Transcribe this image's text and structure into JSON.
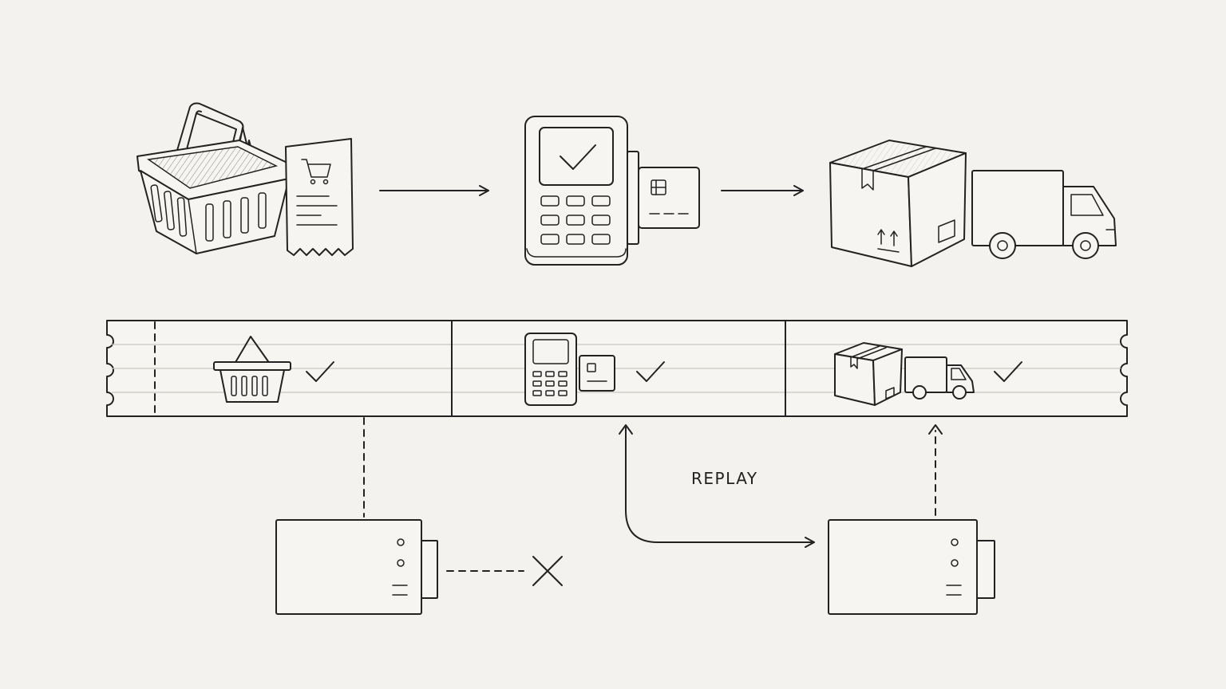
{
  "diagram": {
    "replay_label": "REPLAY",
    "stages": [
      {
        "name": "basket-with-receipt",
        "icon": "shopping-basket-icon"
      },
      {
        "name": "payment-terminal",
        "icon": "card-terminal-icon"
      },
      {
        "name": "package-and-truck",
        "icon": "delivery-truck-icon"
      }
    ],
    "log_segments": [
      {
        "icon": "shopping-basket-icon",
        "status": "checked"
      },
      {
        "icon": "card-terminal-icon",
        "status": "checked"
      },
      {
        "icon": "delivery-truck-icon",
        "status": "checked"
      }
    ],
    "consumers": [
      {
        "name": "consumer-server-left",
        "status": "failed"
      },
      {
        "name": "consumer-server-right",
        "status": "replaying"
      }
    ]
  }
}
